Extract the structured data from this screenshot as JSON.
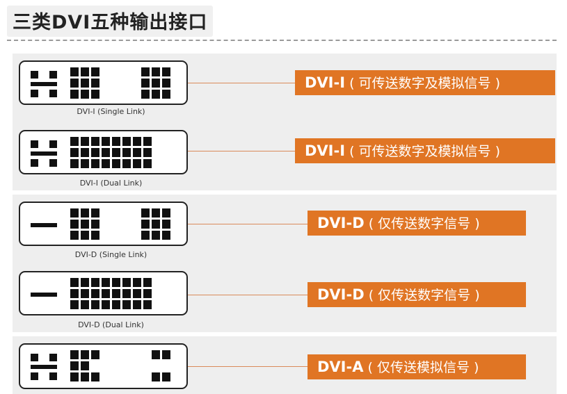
{
  "title": "三类DVI五种输出接口",
  "connectors": [
    {
      "caption": "DVI-I (Single Link)",
      "type_label": "DVI-I",
      "desc": "( 可传送数字及模拟信号 )"
    },
    {
      "caption": "DVI-I (Dual Link)",
      "type_label": "DVI-I",
      "desc": "( 可传送数字及模拟信号 )"
    },
    {
      "caption": "DVI-D (Single Link)",
      "type_label": "DVI-D",
      "desc": "( 仅传送数字信号 )"
    },
    {
      "caption": "DVI-D (Dual Link)",
      "type_label": "DVI-D",
      "desc": "( 仅传送数字信号 )"
    },
    {
      "caption": "",
      "type_label": "DVI-A",
      "desc": "( 仅传送模拟信号 )"
    }
  ],
  "colors": {
    "tag": "#e07524",
    "group_bg": "#eeeeee",
    "lead": "#d98a5a"
  }
}
